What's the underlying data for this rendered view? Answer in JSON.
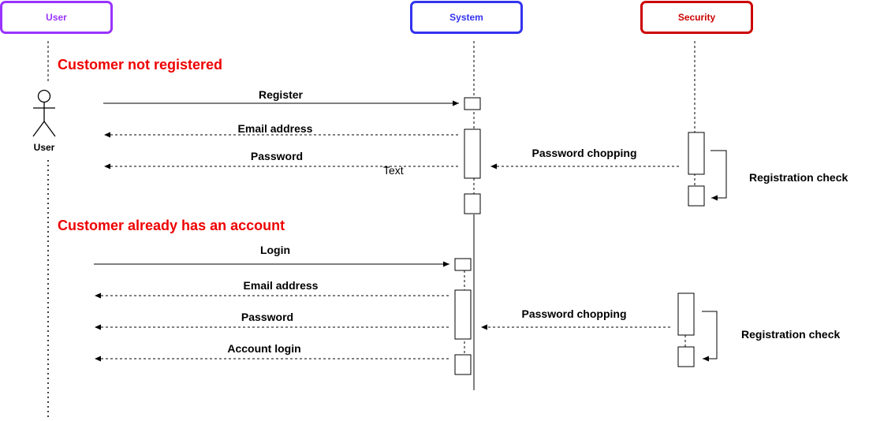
{
  "colors": {
    "user": "#9933ff",
    "system": "#3333ee",
    "security": "#cc0000",
    "section_title": "#ee0000",
    "line": "#000000"
  },
  "participants": {
    "user": "User",
    "system": "System",
    "security": "Security"
  },
  "actor": {
    "label": "User",
    "icon": "stick-figure-actor-icon"
  },
  "section_1": {
    "title": "Customer not registered",
    "messages": [
      "Register",
      "Email address",
      "Password"
    ],
    "password_chopping": "Password chopping",
    "registration_check": "Registration check",
    "stray_text": "Text"
  },
  "section_2": {
    "title": "Customer already has an account",
    "messages": [
      "Login",
      "Email address",
      "Password",
      "Account login"
    ],
    "password_chopping": "Password chopping",
    "registration_check": "Registration check"
  }
}
